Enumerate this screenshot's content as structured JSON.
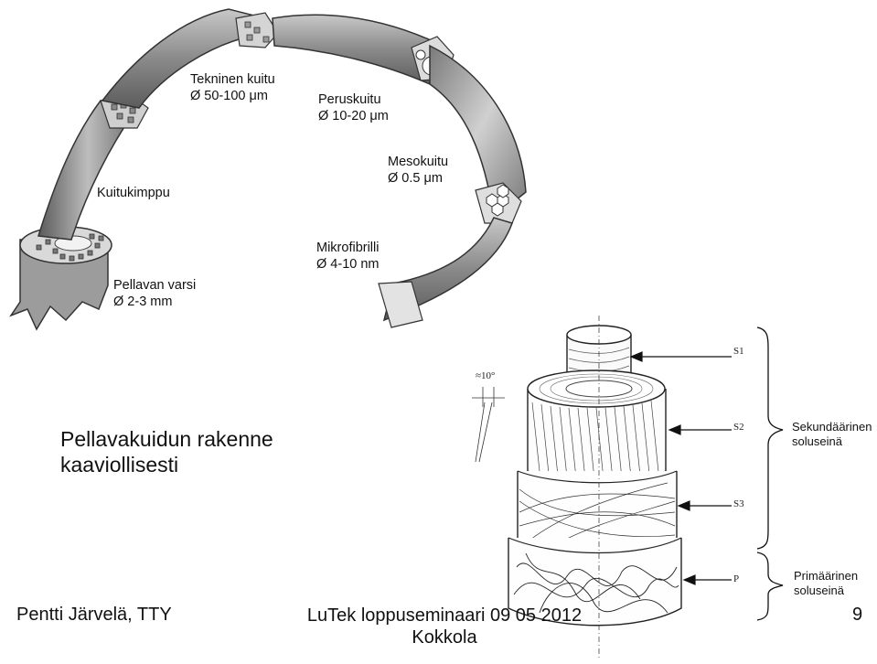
{
  "slide": {
    "title_line1": "Pellavakuidun rakenne",
    "title_line2": "kaaviollisesti"
  },
  "flax_diagram": {
    "labels": [
      {
        "name": "Tekninen kuitu",
        "size": "Ø 50-100 μm"
      },
      {
        "name": "Peruskuitu",
        "size": "Ø 10-20 μm"
      },
      {
        "name": "Kuitukimppu",
        "size": ""
      },
      {
        "name": "Mesokuitu",
        "size": "Ø 0.5 μm"
      },
      {
        "name": "Mikrofibrilli",
        "size": "Ø 4-10 nm"
      },
      {
        "name": "Pellavan varsi",
        "size": "Ø 2-3 mm"
      }
    ]
  },
  "cell_wall_diagram": {
    "angle_label": "≈10°",
    "layers": [
      "S1",
      "S2",
      "S3",
      "P"
    ],
    "secondary_wall": [
      "Sekundäärinen",
      "soluseinä"
    ],
    "primary_wall": [
      "Primäärinen",
      "soluseinä"
    ]
  },
  "footer": {
    "author": "Pentti Järvelä, TTY",
    "event_line1": "LuTek loppuseminaari 09 05 2012",
    "event_line2": "Kokkola",
    "page_number": "9"
  }
}
